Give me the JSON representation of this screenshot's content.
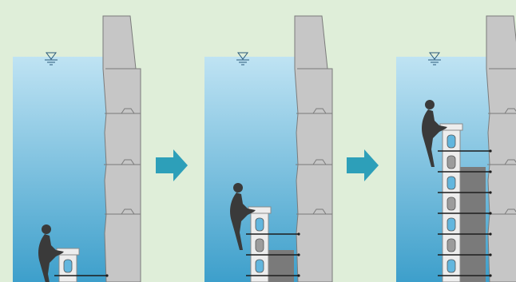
{
  "figure": {
    "panels": [
      {
        "step": 1,
        "lift_count": 1,
        "backfill_rows": 0
      },
      {
        "step": 2,
        "lift_count": 3,
        "backfill_rows": 1
      },
      {
        "step": 3,
        "lift_count": 7,
        "backfill_rows": 5
      }
    ],
    "arrows": [
      "arrow-right-icon",
      "arrow-right-icon"
    ],
    "icons": {
      "water_level": "water-level-icon",
      "diver": "diver-figure-icon",
      "existing_wall": "concrete-wall-icon",
      "new_formwork": "formwork-column-icon"
    },
    "colors": {
      "page_background": "#dfeed9",
      "water_top": "#bfe3f3",
      "water_bottom": "#3d9fcb",
      "wall_fill": "#c6c6c6",
      "wall_stroke": "#7b7b7b",
      "formwork_fill": "#ededed",
      "block_fill": "#9c9c9c",
      "cell_fill": "#62b6de",
      "backfill_fill": "#7a7a7a",
      "tie_bar": "#1c1c1c",
      "diver": "#3a3a3a",
      "arrow": "#2d9fb9"
    }
  }
}
